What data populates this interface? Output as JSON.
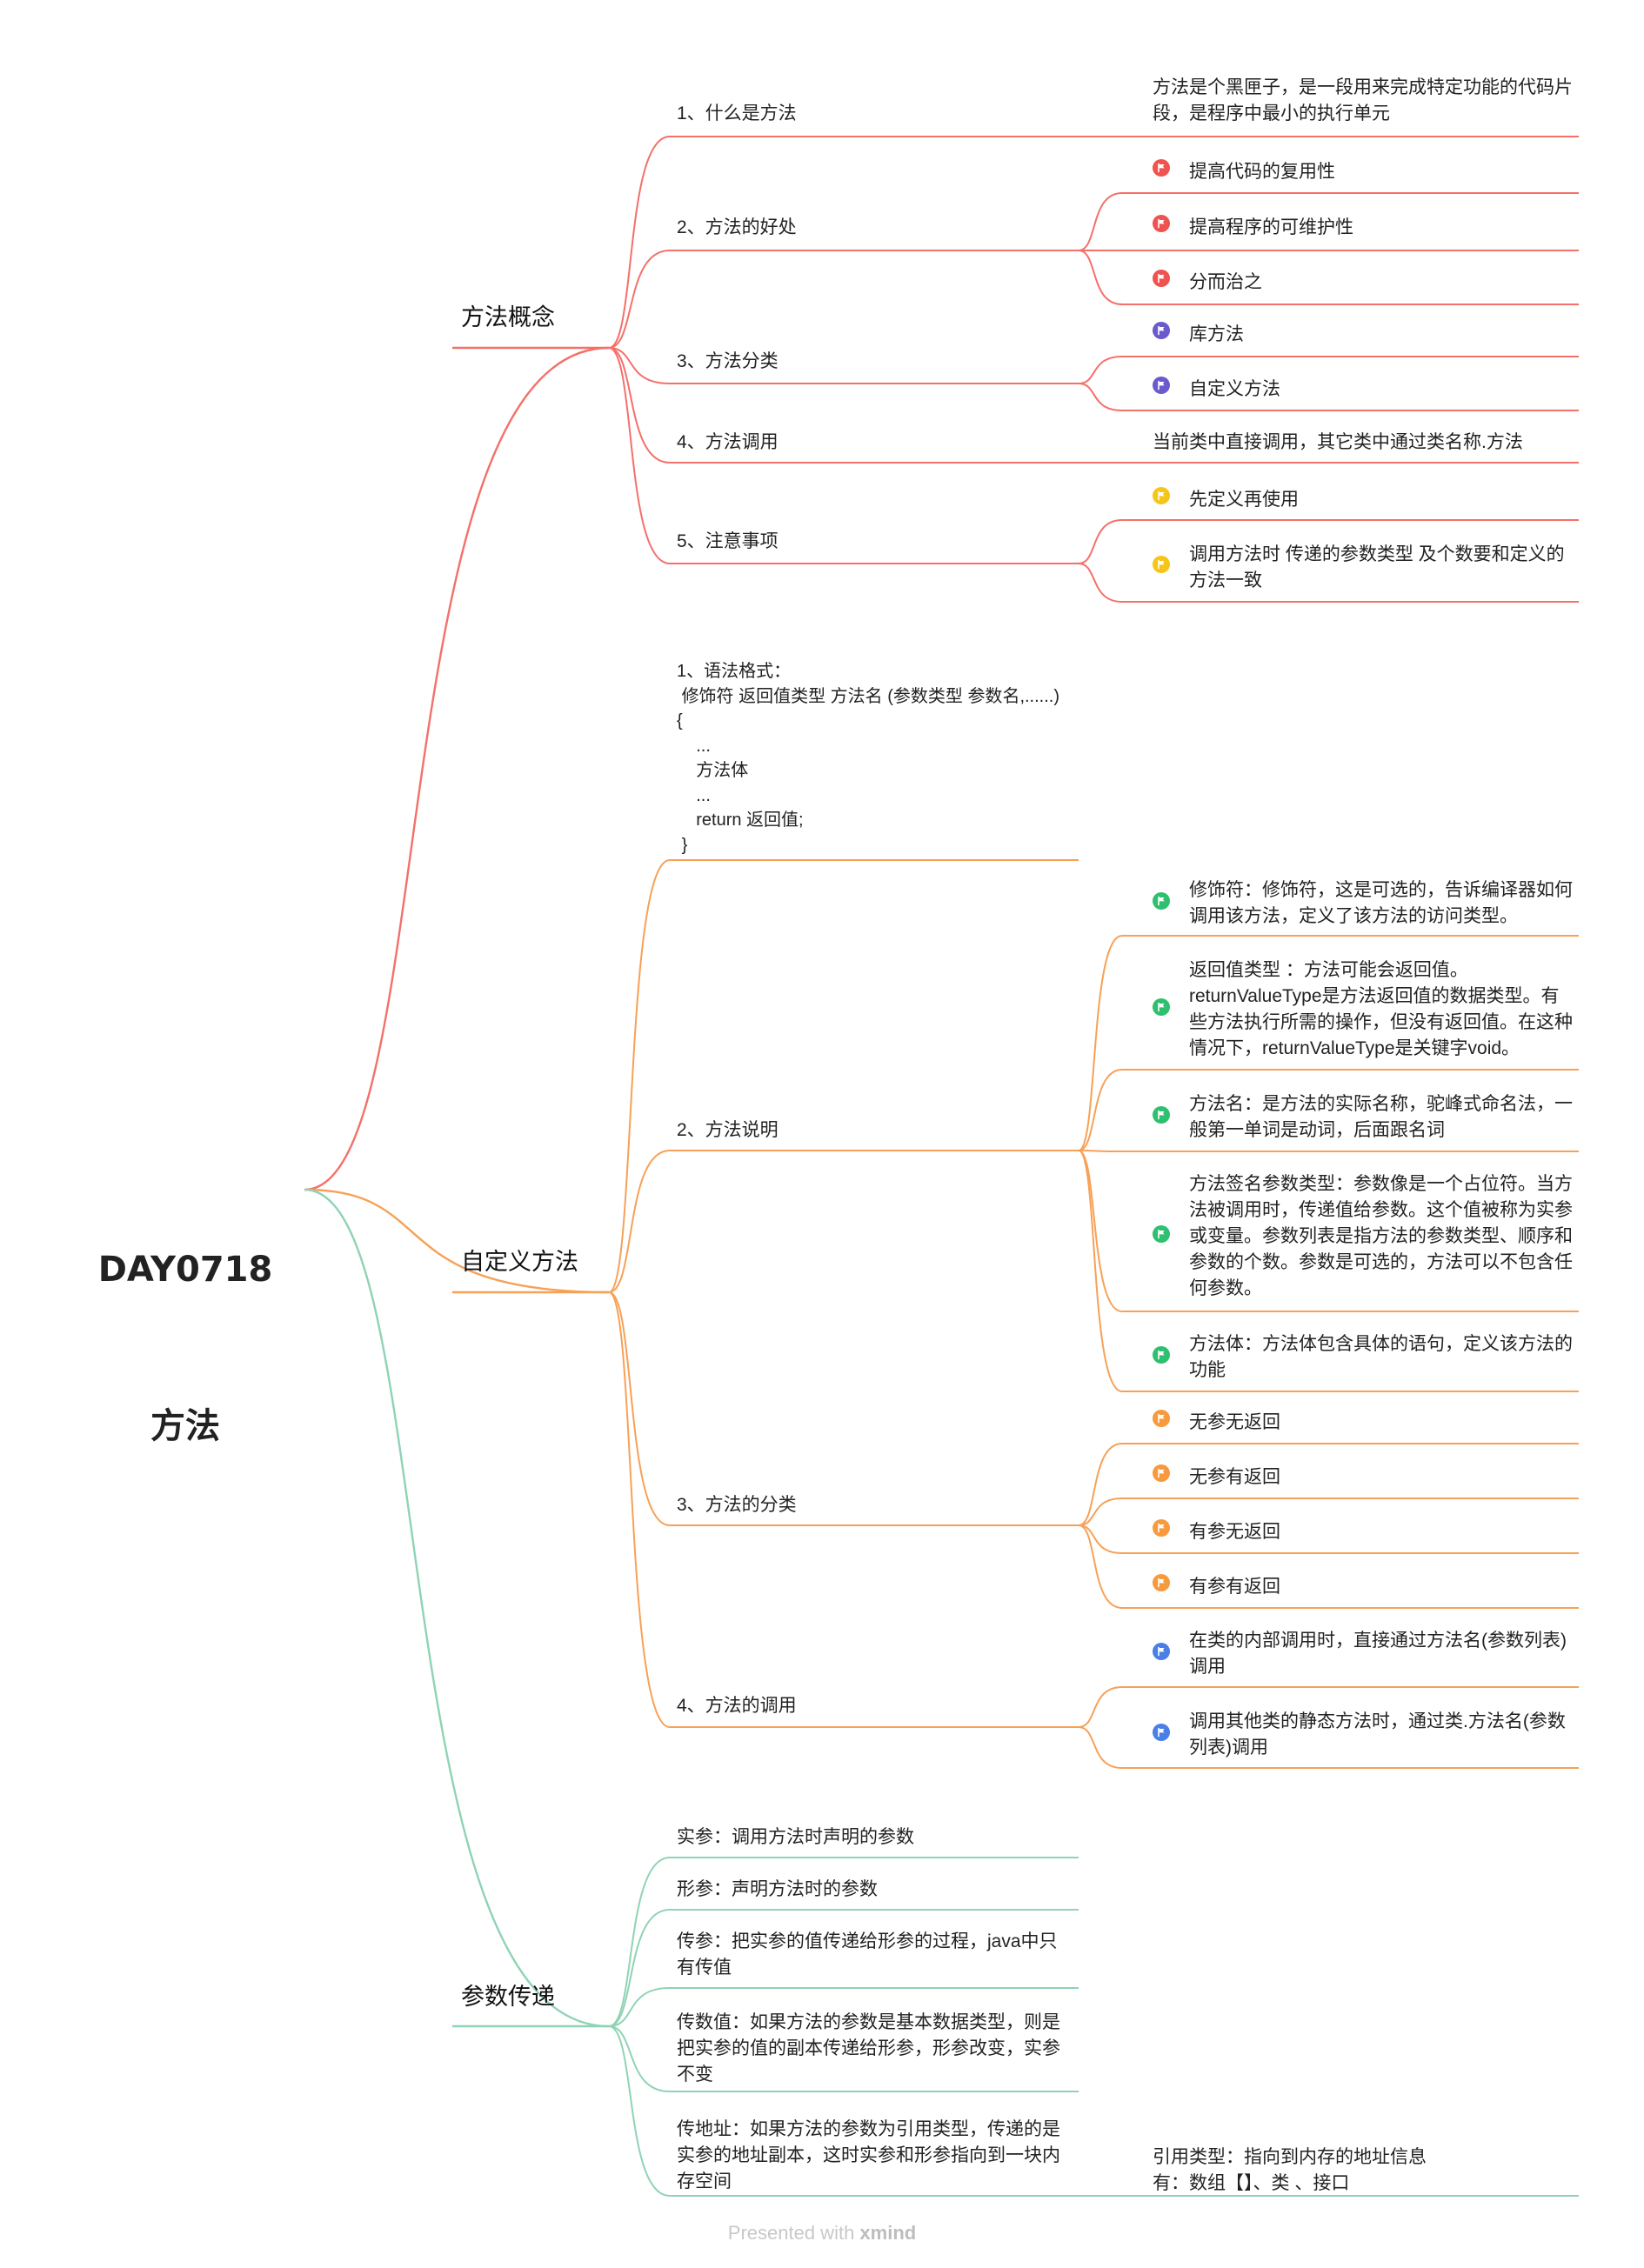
{
  "root": {
    "title_line1": "DAY0718",
    "title_line2": "方法"
  },
  "colors": {
    "branch1": "#f4706a",
    "branch2": "#f7a157",
    "branch3": "#8fd3b4",
    "flag_red": "#ef5350",
    "flag_purple": "#6a5acd",
    "flag_yellow": "#f5c518",
    "flag_green": "#2ebf6f",
    "flag_orange": "#f79a3e",
    "flag_blue": "#4a7fe8"
  },
  "branches": [
    {
      "label": "方法概念",
      "children": [
        {
          "label": "1、什么是方法",
          "children": [
            {
              "text": "方法是个黑匣子，是一段用来完成特定功能的代码片\n段，是程序中最小的执行单元"
            }
          ]
        },
        {
          "label": "2、方法的好处",
          "children": [
            {
              "text": "提高代码的复用性",
              "icon": "red-flag-icon"
            },
            {
              "text": "提高程序的可维护性",
              "icon": "red-flag-icon"
            },
            {
              "text": "分而治之",
              "icon": "red-flag-icon"
            }
          ]
        },
        {
          "label": "3、方法分类",
          "children": [
            {
              "text": "库方法",
              "icon": "purple-flag-icon"
            },
            {
              "text": "自定义方法",
              "icon": "purple-flag-icon"
            }
          ]
        },
        {
          "label": "4、方法调用",
          "children": [
            {
              "text": "当前类中直接调用，其它类中通过类名称.方法"
            }
          ]
        },
        {
          "label": "5、注意事项",
          "children": [
            {
              "text": "先定义再使用",
              "icon": "yellow-flag-icon"
            },
            {
              "text": "调用方法时 传递的参数类型 及个数要和定义的\n方法一致",
              "icon": "yellow-flag-icon"
            }
          ]
        }
      ]
    },
    {
      "label": "自定义方法",
      "children": [
        {
          "label": "1、语法格式：\n 修饰符 返回值类型 方法名 (参数类型 参数名,......)\n{\n    ...\n    方法体\n    ...\n    return 返回值;\n }",
          "children": []
        },
        {
          "label": "2、方法说明",
          "children": [
            {
              "text": "修饰符：修饰符，这是可选的，告诉编译器如何\n调用该方法，定义了该方法的访问类型。",
              "icon": "green-flag-icon"
            },
            {
              "text": "返回值类型 ：方法可能会返回值。\nreturnValueType是方法返回值的数据类型。有\n些方法执行所需的操作，但没有返回值。在这种\n情况下，returnValueType是关键字void。",
              "icon": "green-flag-icon"
            },
            {
              "text": "方法名：是方法的实际名称，驼峰式命名法，一\n般第一单词是动词，后面跟名词",
              "icon": "green-flag-icon"
            },
            {
              "text": "方法签名参数类型：参数像是一个占位符。当方\n法被调用时，传递值给参数。这个值被称为实参\n或变量。参数列表是指方法的参数类型、顺序和\n参数的个数。参数是可选的，方法可以不包含任\n何参数。",
              "icon": "green-flag-icon"
            },
            {
              "text": "方法体：方法体包含具体的语句，定义该方法的\n功能",
              "icon": "green-flag-icon"
            }
          ]
        },
        {
          "label": "3、方法的分类",
          "children": [
            {
              "text": "无参无返回",
              "icon": "orange-flag-icon"
            },
            {
              "text": "无参有返回",
              "icon": "orange-flag-icon"
            },
            {
              "text": "有参无返回",
              "icon": "orange-flag-icon"
            },
            {
              "text": "有参有返回",
              "icon": "orange-flag-icon"
            }
          ]
        },
        {
          "label": "4、方法的调用",
          "children": [
            {
              "text": "在类的内部调用时，直接通过方法名(参数列表)\n调用",
              "icon": "blue-flag-icon"
            },
            {
              "text": "调用其他类的静态方法时，通过类.方法名(参数\n列表)调用",
              "icon": "blue-flag-icon"
            }
          ]
        }
      ]
    },
    {
      "label": "参数传递",
      "children": [
        {
          "label": "实参：调用方法时声明的参数",
          "children": []
        },
        {
          "label": "形参：声明方法时的参数",
          "children": []
        },
        {
          "label": "传参：把实参的值传递给形参的过程，java中只\n有传值",
          "children": []
        },
        {
          "label": "传数值：如果方法的参数是基本数据类型，则是\n把实参的值的副本传递给形参，形参改变，实参\n不变",
          "children": []
        },
        {
          "label": "传地址：如果方法的参数为引用类型，传递的是\n实参的地址副本，这时实参和形参指向到一块内\n存空间",
          "children": [
            {
              "text": "引用类型：指向到内存的地址信息\n有：数组【】、类 、接口"
            }
          ]
        }
      ]
    }
  ],
  "footer": {
    "prefix": "Presented with ",
    "brand": "xmind"
  }
}
